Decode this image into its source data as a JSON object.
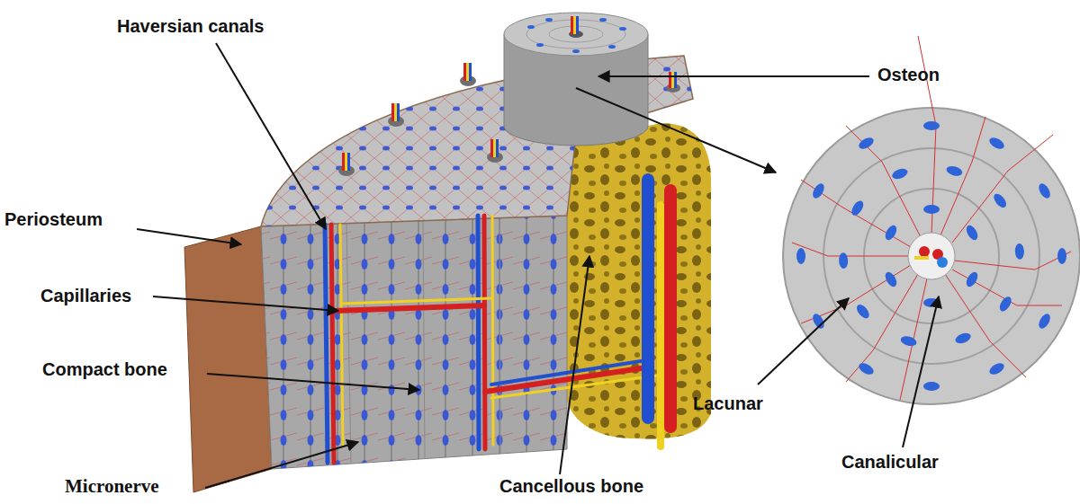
{
  "diagram": {
    "labels": [
      "Haversian canals",
      "Osteon",
      "Periosteum",
      "Capillaries",
      "Compact bone",
      "Micronerve",
      "Cancellous bone",
      "Lacunar",
      "Canalicular"
    ]
  }
}
